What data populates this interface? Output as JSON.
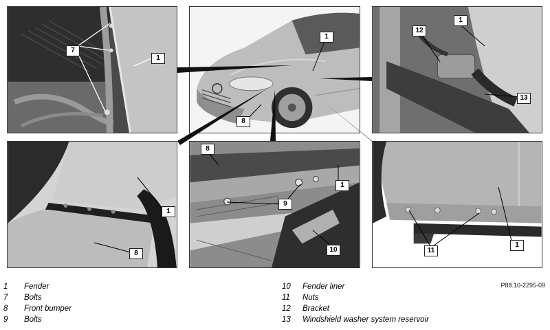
{
  "figure_ref": "P88.10-2295-09",
  "legend": [
    {
      "number": "1",
      "label": "Fender"
    },
    {
      "number": "7",
      "label": "Bolts"
    },
    {
      "number": "8",
      "label": "Front bumper"
    },
    {
      "number": "9",
      "label": "Bolts"
    },
    {
      "number": "10",
      "label": "Fender liner"
    },
    {
      "number": "11",
      "label": "Nuts"
    },
    {
      "number": "12",
      "label": "Bracket"
    },
    {
      "number": "13",
      "label": "Windshield washer system reservoir"
    }
  ],
  "callouts": {
    "top_left": [
      "7",
      "1"
    ],
    "center": [
      "1",
      "8"
    ],
    "top_right": [
      "12",
      "1",
      "13"
    ],
    "bottom_left": [
      "1",
      "8"
    ],
    "bottom_center": [
      "8",
      "1",
      "9",
      "10"
    ],
    "bottom_right": [
      "1",
      "11"
    ]
  },
  "colors": {
    "panel_border": "#333333",
    "body_paint": "#bdbdbd",
    "dark_parts": "#3a3a3a",
    "callout_bg": "#ffffff"
  }
}
